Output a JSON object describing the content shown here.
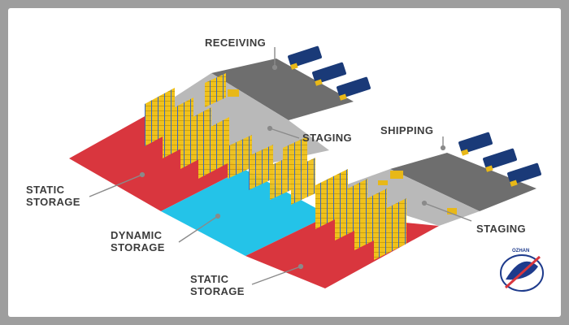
{
  "zones": {
    "receiving": "RECEIVING",
    "staging_top": "STAGING",
    "shipping": "SHIPPING",
    "staging_right": "STAGING",
    "static_storage_left": [
      "STATIC",
      "STORAGE"
    ],
    "dynamic_storage": [
      "DYNAMIC",
      "STORAGE"
    ],
    "static_storage_bottom": [
      "STATIC",
      "STORAGE"
    ]
  },
  "logo": {
    "text": "OZHAN"
  },
  "colors": {
    "static_storage": "#d9363e",
    "dynamic_storage": "#24c3e8",
    "receiving_shipping": "#6e6e6e",
    "staging": "#b9b9b9",
    "truck": "#1a3a78",
    "rack_box": "#f0c21c",
    "rack_frame": "#3466c4"
  },
  "icons": {
    "trucks": "truck-icon",
    "forklift": "forklift-icon",
    "logo": "ozhan-logo-icon"
  }
}
